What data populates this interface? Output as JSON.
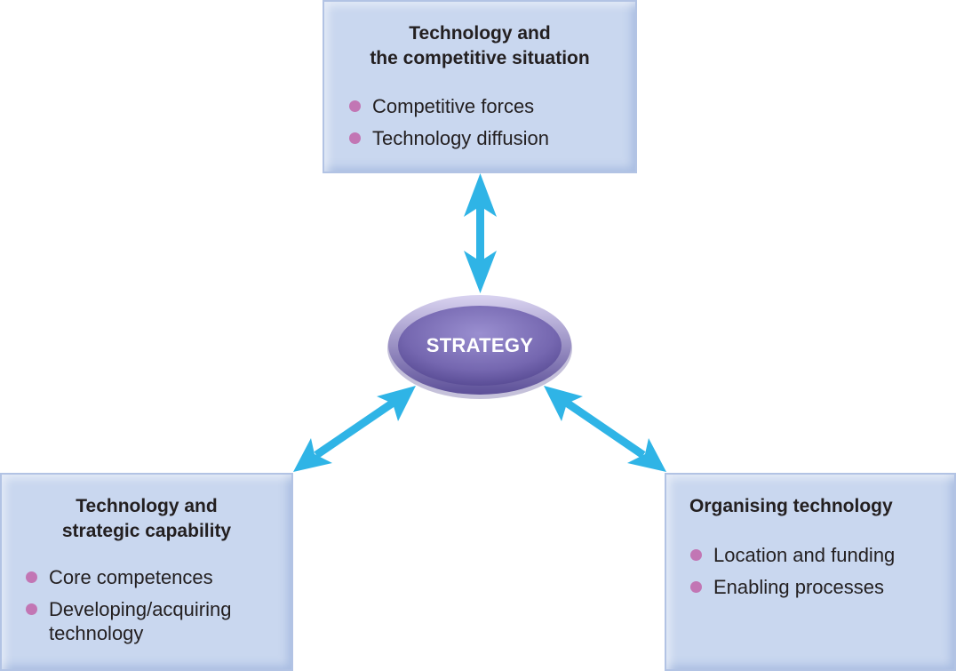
{
  "center": {
    "label": "STRATEGY"
  },
  "top_box": {
    "title": "Technology and\nthe competitive situation",
    "items": [
      "Competitive forces",
      "Technology diffusion"
    ]
  },
  "left_box": {
    "title": "Technology and\nstrategic capability",
    "items": [
      "Core competences",
      "Developing/acquiring\ntechnology"
    ]
  },
  "right_box": {
    "title": "Organising technology",
    "items": [
      "Location and funding",
      "Enabling processes"
    ]
  },
  "colors": {
    "box_fill": "#c9d7ef",
    "bullet": "#c276b4",
    "arrow": "#2fb4e6",
    "ellipse": "#7668b0"
  }
}
